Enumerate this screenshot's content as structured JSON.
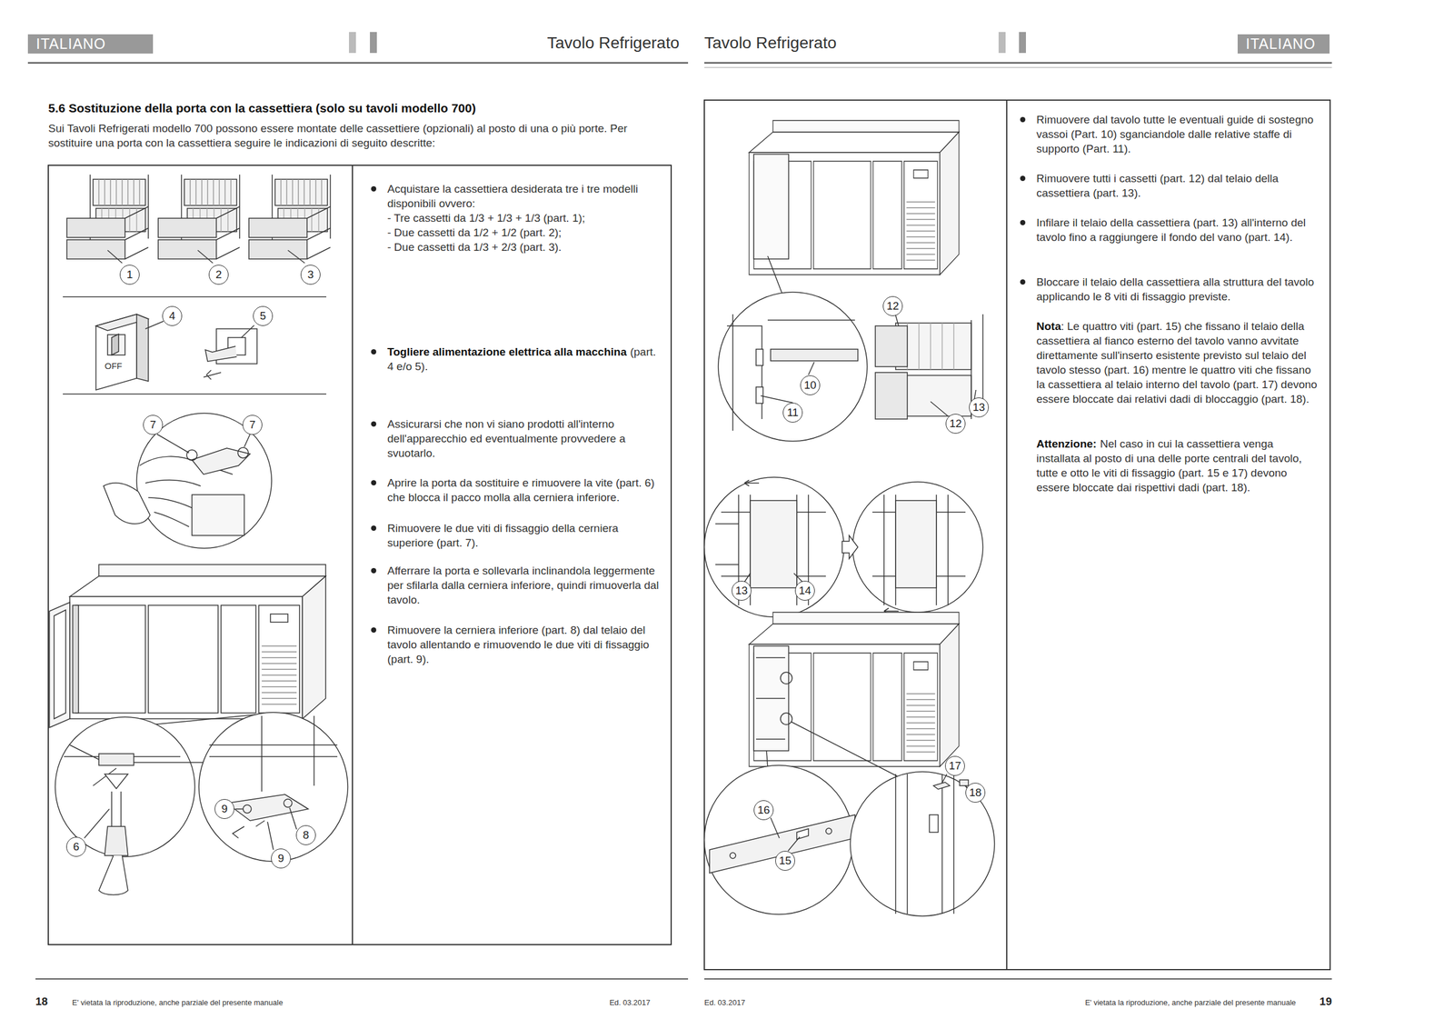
{
  "diagram": {
    "title": "5.6 Sostituzione della porta con la cassettiera (solo su tavoli modello 700)",
    "labels": [
      "ITALIANO",
      "Tavolo Refrigerato",
      "Tavolo Refrigerato",
      "ITALIANO",
      "Sui Tavoli Refrigerati modello 700 possono essere montate delle cassettiere (opzionali) al posto di una o più porte. Per sostituire una porta con la cassettiera seguire le indicazioni di seguito descritte:",
      "Acquistare la cassettiera desiderata tre i tre modelli disponibili ovvero:",
      "- Tre cassetti da 1/3 + 1/3 + 1/3 (part. 1);",
      "- Due cassetti da 1/2 + 1/2 (part. 2);",
      "- Due cassetti da 1/3 + 2/3 (part. 3).",
      "Togliere alimentazione elettrica alla macchina",
      "(part. 4 e/o 5).",
      "Assicurarsi che non vi siano prodotti all'interno dell'apparecchio ed eventualmente provvedere a svuotarlo.",
      "Aprire la porta da sostituire e rimuovere la vite (part. 6) che blocca il pacco molla alla cerniera inferiore.",
      "Rimuovere le due viti di fissaggio della cerniera superiore (part. 7).",
      "Afferrare la porta e sollevarla inclinandola leggermente per sfilarla dalla cerniera inferiore, quindi rimuoverla dal tavolo.",
      "Rimuovere la cerniera inferiore (part. 8) dal telaio del tavolo allentando e rimuovendo le due viti di fissaggio (part. 9).",
      "Rimuovere dal tavolo tutte le eventuali guide di sostegno vassoi (Part. 10) sganciandole dalle relative staffe di supporto (Part. 11).",
      "Rimuovere tutti i cassetti (part. 12) dal telaio della cassettiera (part. 13).",
      "Infilare il telaio della cassettiera (part. 13) all'interno del tavolo fino a raggiungere il fondo del vano (part. 14).",
      "Bloccare il telaio della cassettiera alla struttura del tavolo applicando le 8 viti di fissaggio previste.",
      "Nota",
      ": Le quattro viti (part. 15) che fissano il telaio della cassettiera al fianco esterno del tavolo vanno avvitate direttamente sull'inserto esistente previsto sul telaio del tavolo stesso (part. 16) mentre le quattro viti che fissano la cassettiera al telaio interno del tavolo (part. 17) devono essere bloccate dai relativi dadi di bloccaggio (part. 18).",
      "Attenzione:",
      "Nel caso in cui la cassettiera venga installata al posto di una delle porte centrali del tavolo, tutte e otto le viti di fissaggio (part. 15 e 17) devono essere bloccate dai rispettivi dadi (part. 18).",
      "18",
      "E' vietata la riproduzione, anche parziale del presente manuale",
      "Ed. 03.2017",
      "Ed. 03.2017",
      "E' vietata la riproduzione, anche parziale del presente manuale",
      "19",
      "OFF",
      "1",
      "2",
      "3",
      "4",
      "5",
      "7",
      "7",
      "6",
      "9",
      "8",
      "9",
      "12",
      "13",
      "10",
      "11",
      "12",
      "13",
      "14",
      "17",
      "18",
      "16",
      "15"
    ]
  }
}
